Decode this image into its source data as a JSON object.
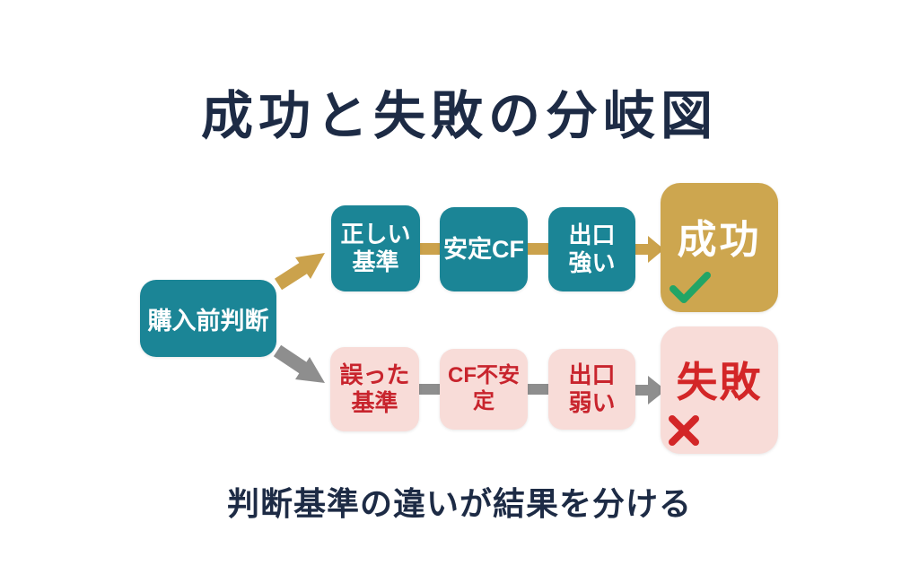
{
  "title": "成功と失敗の分岐図",
  "caption": "判断基準の違いが結果を分ける",
  "flow": {
    "start": {
      "label": "購入前判断"
    },
    "success_path": {
      "steps": [
        {
          "lines": [
            "正しい",
            "基準"
          ]
        },
        {
          "lines": [
            "安定CF"
          ]
        },
        {
          "lines": [
            "出口",
            "強い"
          ]
        }
      ],
      "result": {
        "label": "成功",
        "mark": "check-icon"
      }
    },
    "failure_path": {
      "steps": [
        {
          "lines": [
            "誤った",
            "基準"
          ]
        },
        {
          "lines": [
            "CF不安定"
          ]
        },
        {
          "lines": [
            "出口",
            "弱い"
          ]
        }
      ],
      "result": {
        "label": "失敗",
        "mark": "cross-icon"
      }
    }
  },
  "colors": {
    "navy": "#1d2b45",
    "teal": "#1b8596",
    "gold": "#cda64f",
    "gold-arrow": "#cba24c",
    "pink": "#f8dcd8",
    "red": "#c8242d",
    "red-bright": "#d32627",
    "gray": "#8e8e8e",
    "green": "#22a566",
    "background": "#ffffff"
  }
}
